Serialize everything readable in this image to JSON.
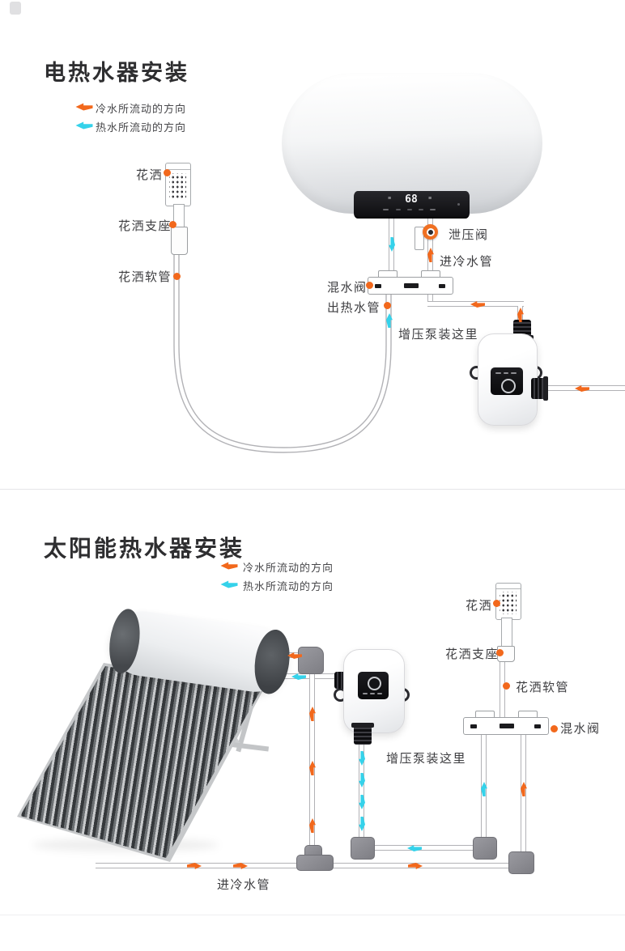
{
  "colors": {
    "cold_accent": "#f2681c",
    "hot_accent": "#35d2ea",
    "pipe_gray": "#b2b2b6",
    "connector_gray": "#8f8f95",
    "text": "#3d3d40"
  },
  "electric": {
    "title": "电热水器安装",
    "legend": {
      "cold": "冷水所流动的方向",
      "hot": "热水所流动的方向"
    },
    "labels": {
      "shower": "花洒",
      "bracket": "花洒支座",
      "hose": "花洒软管",
      "mixing_valve": "混水阀",
      "hot_out": "出热水管",
      "relief_valve": "泄压阀",
      "cold_in": "进冷水管",
      "pump_here": "增压泵装这里"
    },
    "heater_display_temp": "68"
  },
  "solar": {
    "title": "太阳能热水器安装",
    "legend": {
      "cold": "冷水所流动的方向",
      "hot": "热水所流动的方向"
    },
    "labels": {
      "shower": "花洒",
      "bracket": "花洒支座",
      "hose": "花洒软管",
      "mixing_valve": "混水阀",
      "pump_here": "增压泵装这里",
      "cold_in": "进冷水管"
    }
  }
}
